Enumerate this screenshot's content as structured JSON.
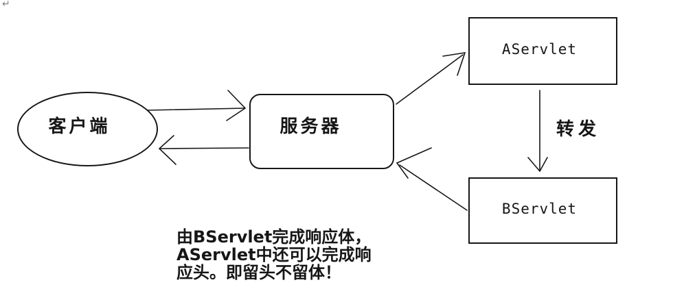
{
  "diagram": {
    "return_mark": "↵",
    "nodes": {
      "client": {
        "label": "客户端",
        "shape": "ellipse"
      },
      "server": {
        "label": "服务器",
        "shape": "rounded-rect"
      },
      "aservlet": {
        "label": "AServlet",
        "shape": "rect"
      },
      "bservlet": {
        "label": "BServlet",
        "shape": "rect"
      }
    },
    "edges": {
      "forward_label": "转发",
      "list": [
        {
          "from": "client",
          "to": "server",
          "label": ""
        },
        {
          "from": "server",
          "to": "client",
          "label": ""
        },
        {
          "from": "server",
          "to": "aservlet",
          "label": ""
        },
        {
          "from": "aservlet",
          "to": "bservlet",
          "label": "转发"
        },
        {
          "from": "bservlet",
          "to": "server",
          "label": ""
        }
      ]
    },
    "note": {
      "line1": "由BServlet完成响应体，",
      "line2": "AServlet中还可以完成响",
      "line3": "应头。即留头不留体！"
    },
    "colors": {
      "stroke": "#161616",
      "background": "#ffffff",
      "return_mark": "#808080"
    }
  }
}
